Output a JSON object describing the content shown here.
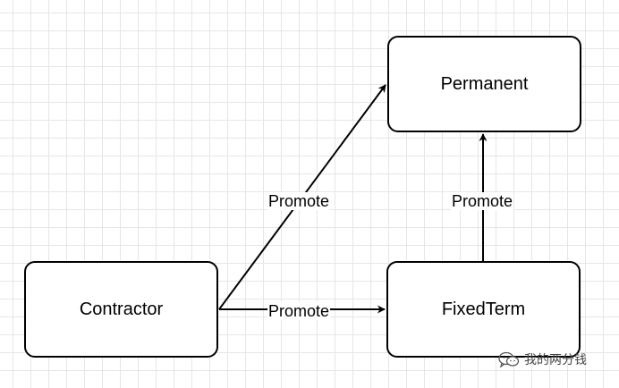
{
  "nodes": {
    "permanent": "Permanent",
    "contractor": "Contractor",
    "fixedterm": "FixedTerm"
  },
  "edges": {
    "contractor_to_permanent": "Promote",
    "contractor_to_fixedterm": "Promote",
    "fixedterm_to_permanent": "Promote"
  },
  "watermark": {
    "text": "我的两分钱",
    "icon": "wechat-icon"
  }
}
